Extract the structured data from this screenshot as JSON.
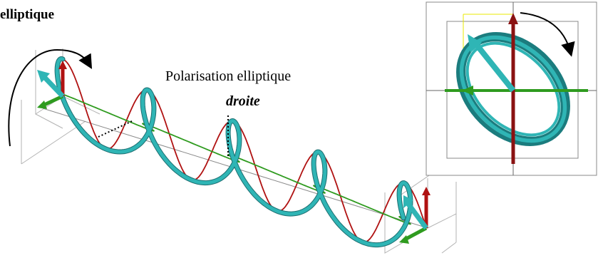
{
  "labels": {
    "corner_title": "elliptique",
    "center_title": "Polarisation elliptique",
    "center_subtitle": "droite"
  },
  "colors": {
    "helix": "#2fb5b5",
    "helix_dark": "#1d7f80",
    "red_wave": "#b01212",
    "green_wave": "#2f9b1f",
    "frame": "#b0b0b0",
    "inset_frame": "#888888"
  }
}
